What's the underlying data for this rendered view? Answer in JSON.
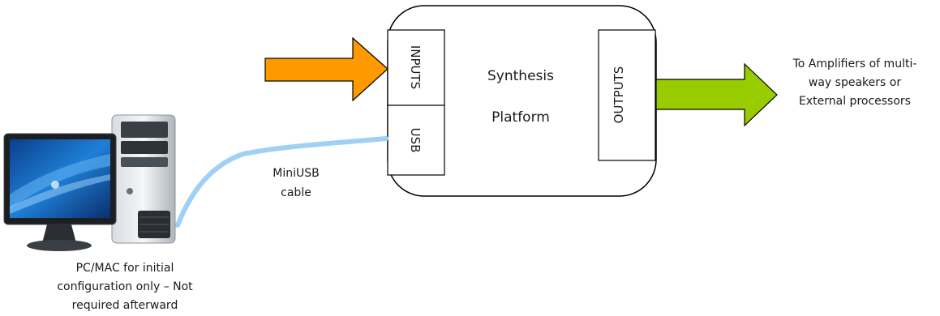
{
  "platform": {
    "line1": "Synthesis",
    "line2": "Platform",
    "inputs_label": "INPUTS",
    "usb_label": "USB",
    "outputs_label": "OUTPUTS"
  },
  "cable": {
    "line1": "MiniUSB",
    "line2": "cable"
  },
  "pc": {
    "line1": "PC/MAC for initial",
    "line2": "configuration only – Not",
    "line3": "required afterward"
  },
  "outputs_target": {
    "line1": "To Amplifiers of multi-",
    "line2": "way speakers or",
    "line3": "External processors"
  },
  "colors": {
    "input_arrow": "#FF9900",
    "output_arrow": "#99CC00",
    "usb_cable": "#9FD0F5",
    "stroke": "#000000"
  }
}
